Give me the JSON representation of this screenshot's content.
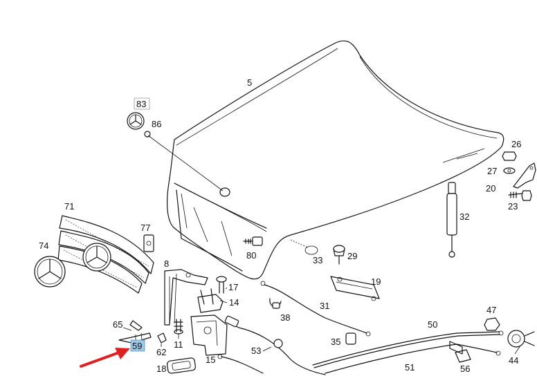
{
  "diagram": {
    "labels": {
      "p5": "5",
      "p83": "83",
      "p86": "86",
      "p71": "71",
      "p74": "74",
      "p77": "77",
      "p80": "80",
      "p33": "33",
      "p29": "29",
      "p32": "32",
      "p26": "26",
      "p27": "27",
      "p20": "20",
      "p23": "23",
      "p8": "8",
      "p17": "17",
      "p14": "14",
      "p19": "19",
      "p31": "31",
      "p38": "38",
      "p65": "65",
      "p59": "59",
      "p62": "62",
      "p11": "11",
      "p15": "15",
      "p18": "18",
      "p53": "53",
      "p35": "35",
      "p50": "50",
      "p47": "47",
      "p51": "51",
      "p56": "56",
      "p44": "44"
    },
    "highlighted_part": "59",
    "highlight_color": "#9cc9e8",
    "arrow_color": "#e02020"
  }
}
